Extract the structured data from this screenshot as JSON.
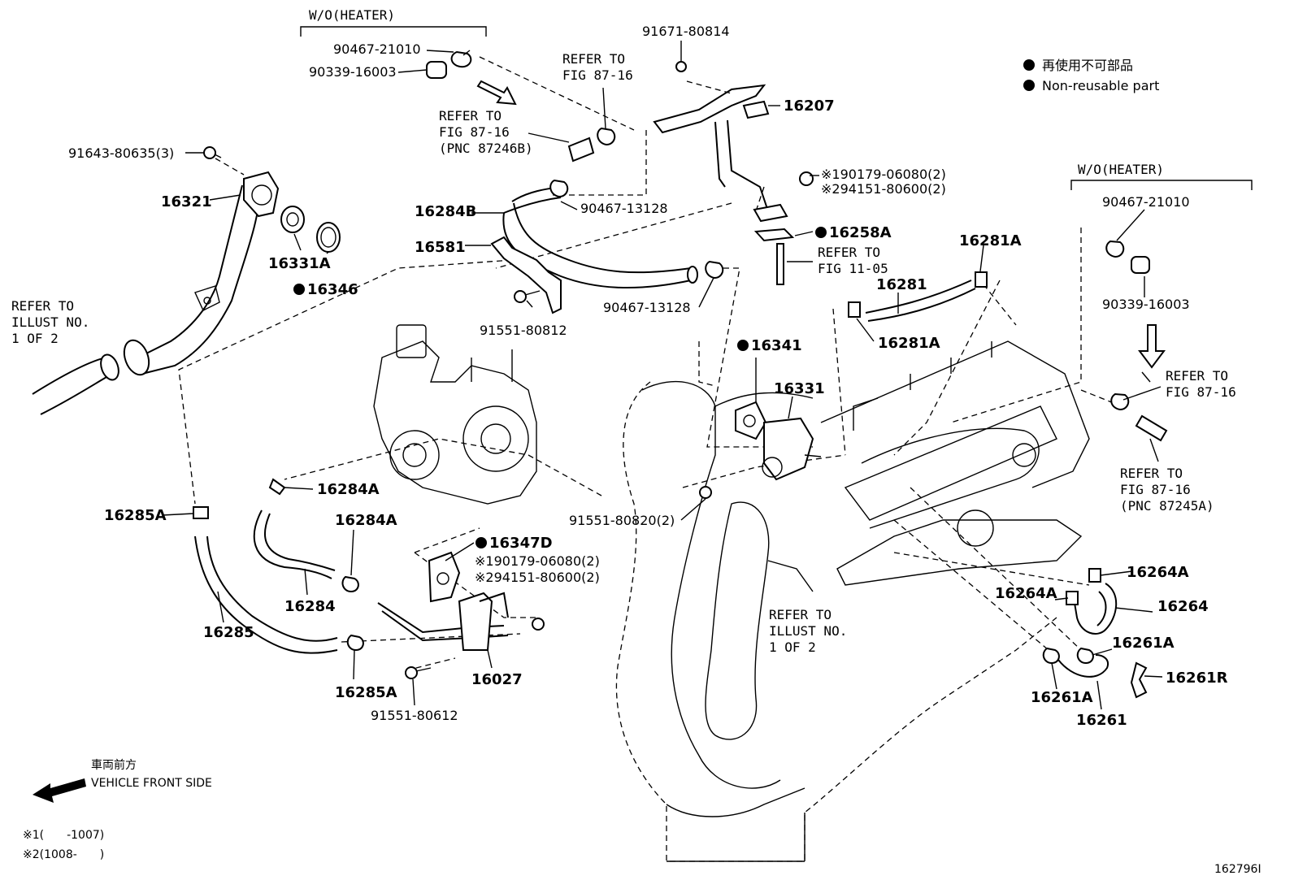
{
  "labels": {
    "wo_heater_top": "W/O(HEATER)",
    "wo_heater_right": "W/O(HEATER)",
    "p_90467_21010_a": "90467-21010",
    "p_90339_16003_a": "90339-16003",
    "p_91671_80814": "91671-80814",
    "p_16207": "16207",
    "p_91643_80635": "91643-80635(3)",
    "p_16321": "16321",
    "p_16331a": "16331A",
    "p_16346": "16346",
    "p_16284b": "16284B",
    "p_90467_13128_a": "90467-13128",
    "p_90467_13128_b": "90467-13128",
    "p_16581": "16581",
    "p_91551_80812": "91551-80812",
    "p_s190179": "※190179-06080(2)",
    "p_s294151": "※294151-80600(2)",
    "p_16258a": "16258A",
    "p_16281a_top": "16281A",
    "p_16281": "16281",
    "p_16281a_bottom": "16281A",
    "p_16341": "16341",
    "p_16331": "16331",
    "p_90467_21010_b": "90467-21010",
    "p_90339_16003_b": "90339-16003",
    "p_16285a_top": "16285A",
    "p_16284a_top": "16284A",
    "p_16284a_mid": "16284A",
    "p_16284": "16284",
    "p_16285": "16285",
    "p_16347d": "16347D",
    "p_s190179_b": "※190179-06080(2)",
    "p_s294151_b": "※294151-80600(2)",
    "p_91551_80820": "91551-80820(2)",
    "p_16027": "16027",
    "p_16285a_bottom": "16285A",
    "p_91551_80612": "91551-80612",
    "p_16264a_top": "16264A",
    "p_16264a_left": "16264A",
    "p_16264": "16264",
    "p_16261a_right": "16261A",
    "p_16261a_left": "16261A",
    "p_16261r": "16261R",
    "p_16261": "16261",
    "diagram_id": "162796I"
  },
  "refs": {
    "ref_87_16_top": [
      "REFER TO",
      "FIG 87-16"
    ],
    "ref_87_16_pnc_b": [
      "REFER TO",
      "FIG 87-16",
      "(PNC 87246B)"
    ],
    "ref_11_05": [
      "REFER TO",
      "FIG 11-05"
    ],
    "ref_illust_left": [
      "REFER TO",
      "ILLUST NO.",
      "1 OF 2"
    ],
    "ref_illust_center": [
      "REFER TO",
      "ILLUST NO.",
      "1 OF 2"
    ],
    "ref_87_16_right": [
      "REFER TO",
      "FIG 87-16"
    ],
    "ref_87_16_pnc_a": [
      "REFER TO",
      "FIG 87-16",
      "(PNC 87245A)"
    ]
  },
  "legend": {
    "jp": "再使用不可部品",
    "en": "Non-reusable part"
  },
  "front": {
    "jp": "車両前方",
    "en": "VEHICLE FRONT SIDE"
  },
  "footnotes": {
    "note1": "※1(　　-1007)",
    "note2": "※2(1008-　　)"
  },
  "icons": {
    "non_reusable": "black-dot-icon",
    "front_arrow": "front-arrow-icon"
  }
}
